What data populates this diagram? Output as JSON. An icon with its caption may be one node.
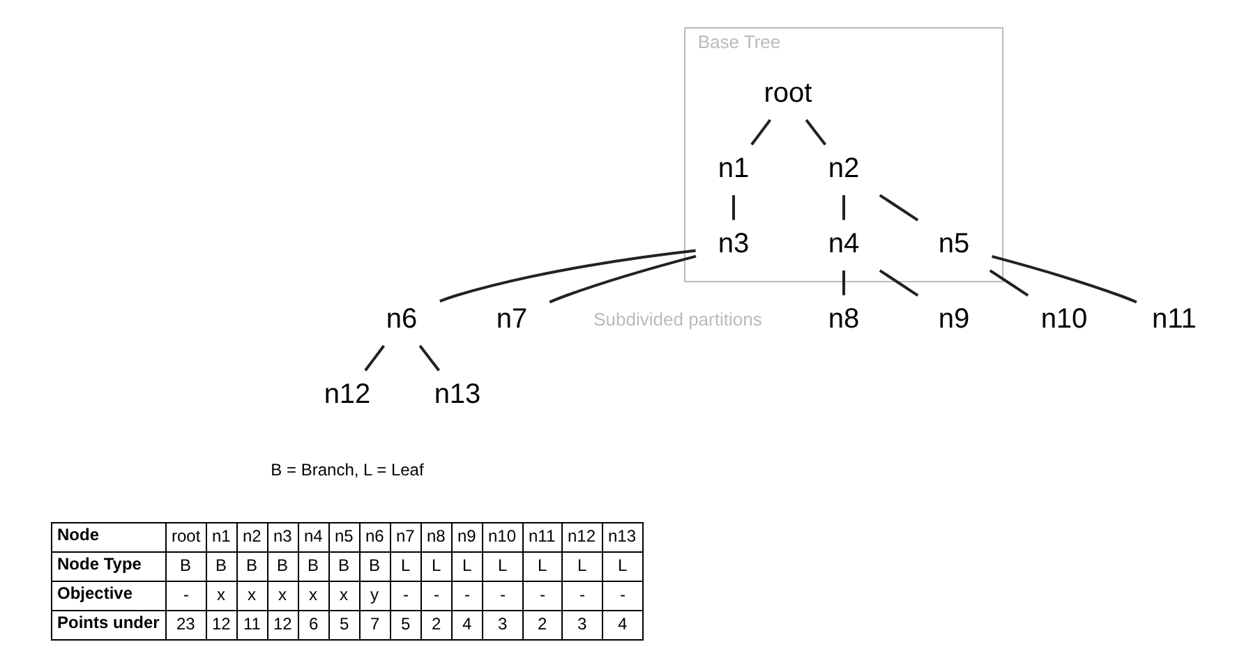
{
  "diagram": {
    "nodes": [
      {
        "text": [
          "Base Tree"
        ]
      },
      {
        "text": [
          "root"
        ],
        "in": 0
      },
      {
        "text": [
          "n1"
        ],
        "in": 0
      },
      {
        "text": [
          "n2"
        ],
        "in": 0
      },
      {
        "text": [
          "n3"
        ],
        "in": 0
      },
      {
        "text": [
          "n4"
        ],
        "in": 0
      },
      {
        "text": [
          "n5"
        ],
        "in": 0
      },
      {
        "text": [
          "n6"
        ]
      },
      {
        "text": [
          "n7"
        ]
      },
      {
        "text": [
          "n8"
        ]
      },
      {
        "text": [
          "n9"
        ]
      },
      {
        "text": [
          "n10"
        ]
      },
      {
        "text": [
          "n11"
        ]
      },
      {
        "text": [
          "n12"
        ]
      },
      {
        "text": [
          "n13"
        ]
      }
    ],
    "edges": [
      {
        "from": 1,
        "to": 2,
        "arrow": "none"
      },
      {
        "from": 1,
        "to": 3,
        "arrow": "none"
      },
      {
        "from": 2,
        "to": 4,
        "arrow": "none"
      },
      {
        "from": 3,
        "to": 5,
        "arrow": "none"
      },
      {
        "from": 3,
        "to": 6,
        "arrow": "none"
      },
      {
        "from": 4,
        "to": 7,
        "arrow": "none"
      },
      {
        "from": 4,
        "to": 8,
        "arrow": "none"
      },
      {
        "from": 5,
        "to": 9,
        "arrow": "none"
      },
      {
        "from": 5,
        "to": 10,
        "arrow": "none"
      },
      {
        "from": 6,
        "to": 11,
        "arrow": "none"
      },
      {
        "from": 6,
        "to": 12,
        "arrow": "none"
      },
      {
        "from": 7,
        "to": 13,
        "arrow": "none"
      },
      {
        "from": 7,
        "to": 14,
        "arrow": "none"
      }
    ],
    "labels": [
      "Subdivided partitions",
      "B = Branch, L = Leaf",
      "Node",
      "root",
      "n1",
      "n2",
      "n3",
      "n4",
      "n5",
      "n6",
      "n7",
      "n8",
      "n9",
      "n10",
      "n11",
      "n12",
      "n13",
      "Node Type",
      "B",
      "B",
      "B",
      "B",
      "B",
      "B",
      "B",
      "L",
      "L",
      "L",
      "L",
      "L",
      "L",
      "L",
      "Objective",
      "-",
      "x",
      "x",
      "x",
      "x",
      "x",
      "y",
      "-",
      "-",
      "-",
      "-",
      "-",
      "-",
      "-",
      "Points under",
      "23",
      "12",
      "11",
      "12",
      "6",
      "5",
      "7",
      "5",
      "2",
      "4",
      "3",
      "2",
      "3",
      "4"
    ]
  }
}
